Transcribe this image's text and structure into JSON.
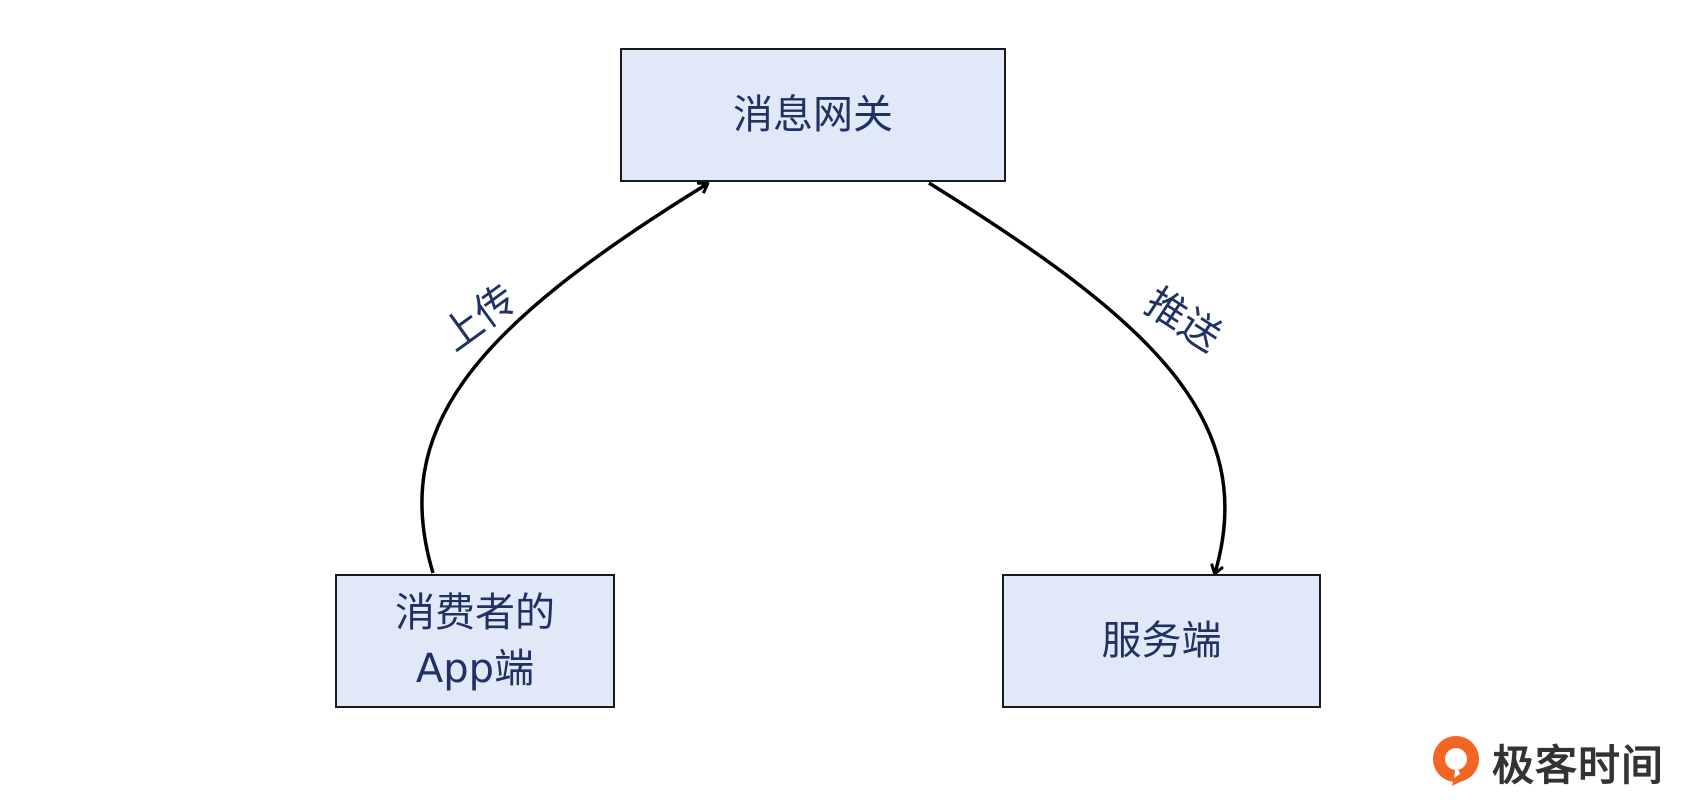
{
  "nodes": {
    "gateway": {
      "label": "消息网关"
    },
    "app": {
      "line1": "消费者的",
      "line2": "App端"
    },
    "server": {
      "label": "服务端"
    }
  },
  "edges": {
    "upload": {
      "label": "上传"
    },
    "push": {
      "label": "推送"
    }
  },
  "brand": {
    "name": "极客时间",
    "logo_icon": "geektime-logo-icon",
    "colors": {
      "logo_orange": "#f26522",
      "text": "#333333"
    }
  },
  "colors": {
    "node_fill": "#e1e8f7",
    "node_border": "#1a1a1a",
    "label_text": "#1f3263",
    "edge_stroke": "#000000"
  }
}
